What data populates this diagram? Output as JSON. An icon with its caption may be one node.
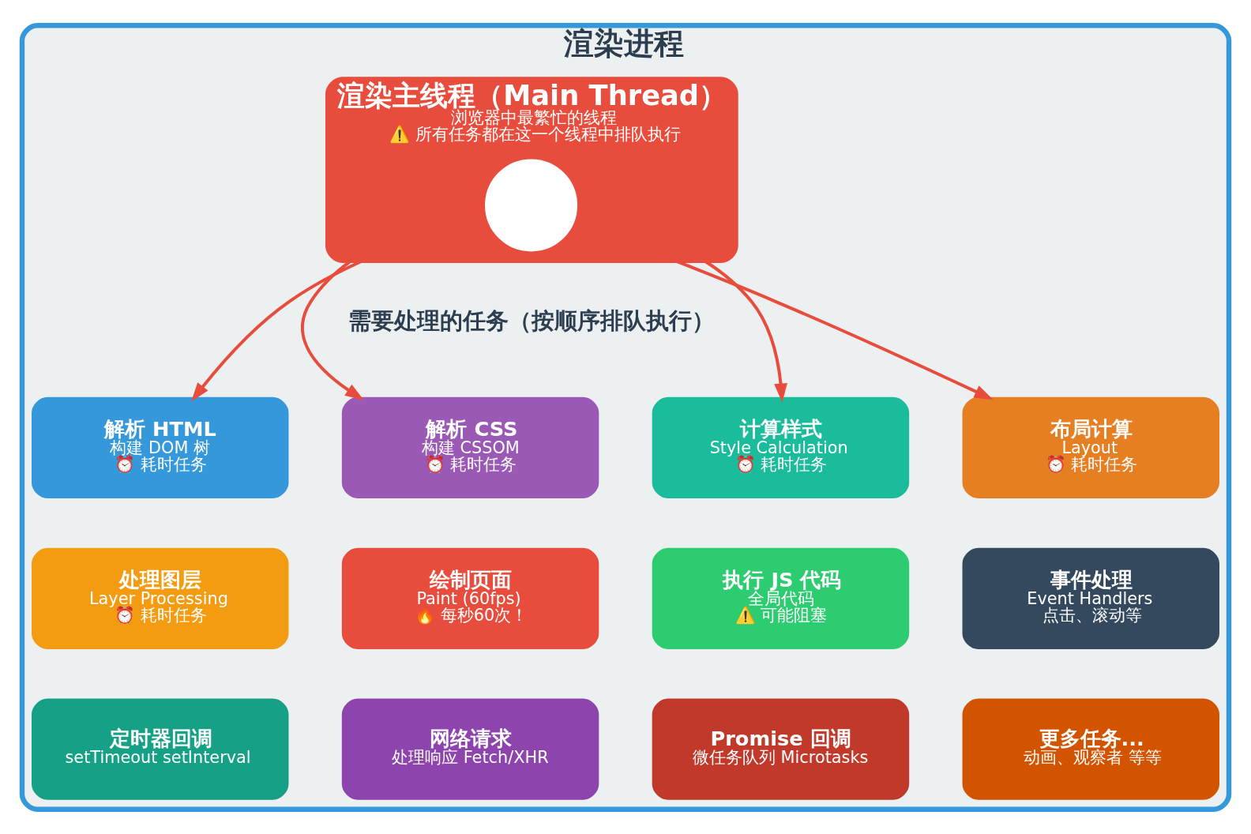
{
  "diagram": {
    "nodes": [
      {
        "text": [
          "渲染进程"
        ]
      },
      {
        "text": [
          "渲染主线程（Main Thread）",
          "浏览器中最繁忙的线程",
          "⚠️ 所有任务都在这一个线程中排队执行"
        ],
        "in": 0
      },
      {
        "text": [],
        "shape": "circle",
        "in": 1
      },
      {
        "text": [
          "解析 HTML",
          "构建 DOM 树",
          "⏰ 耗时任务"
        ],
        "in": 0
      },
      {
        "text": [
          "解析 CSS",
          "构建 CSSOM",
          "⏰ 耗时任务"
        ],
        "in": 0
      },
      {
        "text": [
          "计算样式",
          "Style Calculation",
          "⏰ 耗时任务"
        ],
        "in": 0
      },
      {
        "text": [
          "布局计算",
          "Layout",
          "⏰ 耗时任务"
        ],
        "in": 0
      },
      {
        "text": [
          "处理图层",
          "Layer Processing",
          "⏰ 耗时任务"
        ],
        "in": 0
      },
      {
        "text": [
          "绘制页面",
          "Paint (60fps)",
          "🔥 每秒60次！"
        ],
        "in": 0
      },
      {
        "text": [
          "执行 JS 代码",
          "全局代码",
          "⚠️ 可能阻塞"
        ],
        "in": 0
      },
      {
        "text": [
          "事件处理",
          "Event Handlers",
          "点击、滚动等"
        ],
        "in": 0
      },
      {
        "text": [
          "定时器回调",
          "setTimeout setInterval"
        ],
        "in": 0
      },
      {
        "text": [
          "网络请求",
          "处理响应 Fetch/XHR"
        ],
        "in": 0
      },
      {
        "text": [
          "Promise 回调",
          "微任务队列 Microtasks"
        ],
        "in": 0
      },
      {
        "text": [
          "更多任务...",
          "动画、观察者 等等"
        ],
        "in": 0
      }
    ],
    "edges": [
      {
        "from": 1,
        "to": 3,
        "arrow": "to"
      },
      {
        "from": 1,
        "to": 4,
        "arrow": "to"
      },
      {
        "from": 1,
        "to": 5,
        "arrow": "to"
      },
      {
        "from": 1,
        "to": 6,
        "arrow": "to"
      }
    ],
    "labels": [
      "需要处理的任务（按顺序排队执行）"
    ]
  }
}
